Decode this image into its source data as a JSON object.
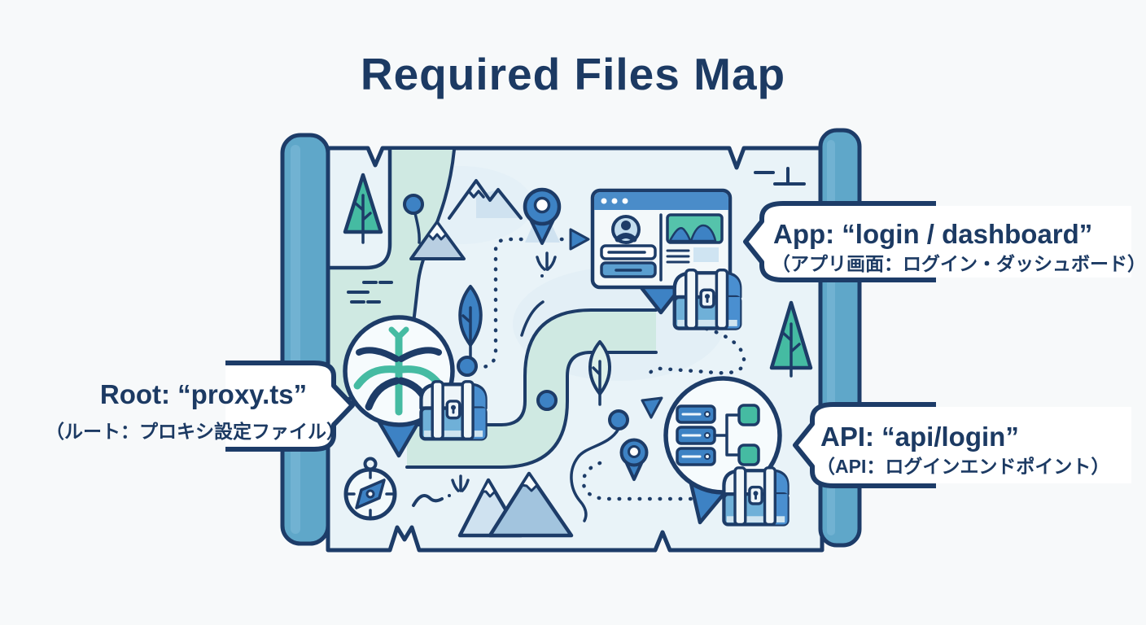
{
  "title": "Required Files Map",
  "callouts": {
    "app": {
      "en": "App: “login / dashboard”",
      "jp": "（アプリ画面：ログイン・ダッシュボード）"
    },
    "root": {
      "en": "Root: “proxy.ts”",
      "jp": "（ルート：プロキシ設定ファイル）"
    },
    "api": {
      "en": "API: “api/login”",
      "jp": "（API：ログインエンドポイント）"
    }
  },
  "map": {
    "icon_names": [
      "map-scroll",
      "rolled-edge",
      "pine-tree",
      "leaf-tree",
      "mountain",
      "snow-mountain",
      "location-pin",
      "waypoint-dot",
      "dotted-route",
      "route-arrow",
      "river",
      "winding-road",
      "compass",
      "treasure-chest",
      "browser-window",
      "avatar",
      "login-fields",
      "dashboard-chart",
      "root-branches-pin",
      "server-stack",
      "api-endpoint-nodes",
      "grass-tuft",
      "water-dashes",
      "hill-mark"
    ]
  },
  "colors": {
    "navy": "#1d3c68",
    "text_navy": "#1c3a63",
    "blue": "#3d82c4",
    "mid_blue": "#6fb0d8",
    "titlebar_blue": "#4a8cc9",
    "roll_blue": "#5fa7c9",
    "teal": "#45bba2",
    "chart_teal": "#55c3ab",
    "mint": "#cfe9e2",
    "parchment": "#e9f3f8",
    "pale_shade": "#d8e9f3",
    "steel": "#a2c4de",
    "page_bg": "#f7f9fa",
    "white": "#f6fbfd"
  }
}
